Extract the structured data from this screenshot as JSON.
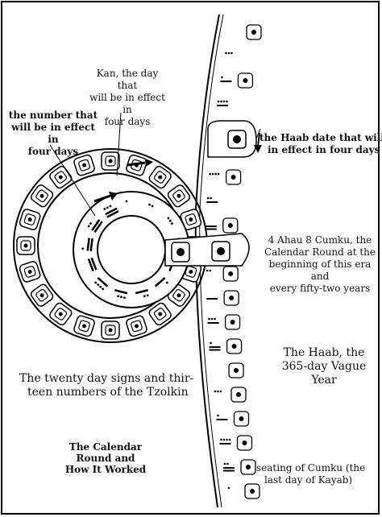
{
  "labels": {
    "kan_day": [
      "Kan, the day that",
      "will be in effect in",
      "four days"
    ],
    "number_day": [
      "the number that",
      "will be in effect in",
      "four days"
    ],
    "haab_date": [
      "the Haab date that will be",
      "in effect in four days"
    ],
    "era_start": [
      "4 Ahau 8 Cumku, the",
      "Calendar Round at the",
      "beginning of this era and",
      "every fifty-two years"
    ],
    "haab_name": [
      "The Haab,  the",
      "365-day Vague",
      "Year"
    ],
    "tzolkin": [
      "The twenty day signs and thir-",
      "teen numbers of the Tzolkin"
    ],
    "title": [
      "The Calendar",
      "Round and",
      "How It Worked"
    ],
    "seating": [
      "seating of Cumku (the",
      "last day of Kayab)"
    ]
  },
  "figure": {
    "outer_wheel_glyphs": 20,
    "inner_wheel_numbers": 13,
    "haab_glyph_rows": 20
  }
}
